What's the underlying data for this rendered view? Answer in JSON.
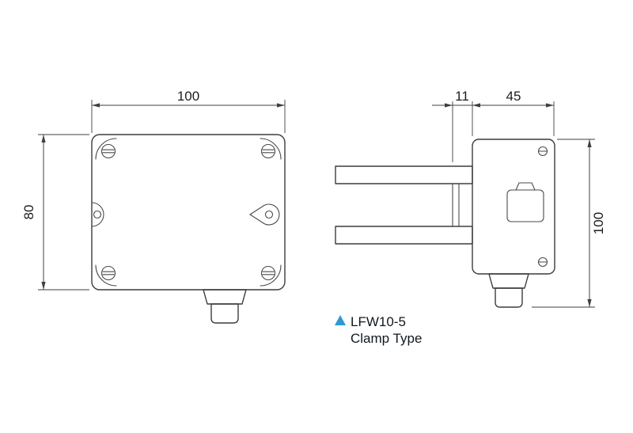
{
  "figure": {
    "type": "technical-drawing",
    "background": "#ffffff",
    "line_color": "#3c3c3c",
    "text_color": "#1c1c1c"
  },
  "front_view": {
    "dimensions": {
      "width": "100",
      "height": "80"
    }
  },
  "side_view": {
    "dimensions": {
      "plate_offset": "11",
      "body_depth": "45",
      "overall_height": "100"
    }
  },
  "caption": {
    "marker_glyph": "▲",
    "marker_color": "#2e9ad2",
    "model": "LFW10-5",
    "variant": "Clamp Type"
  }
}
